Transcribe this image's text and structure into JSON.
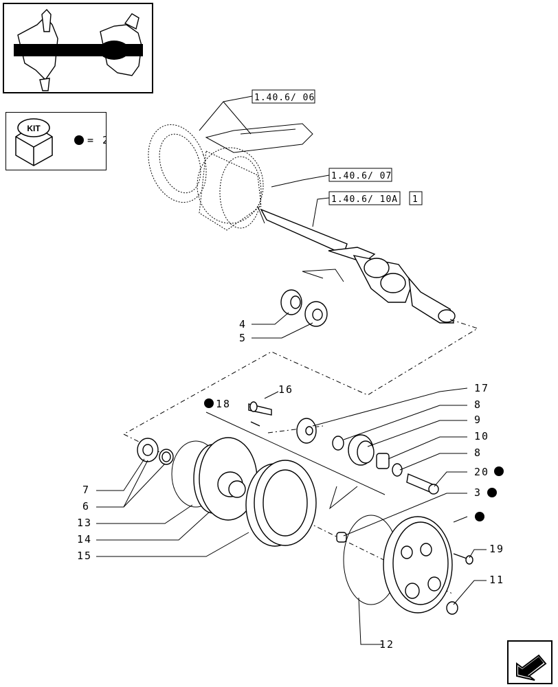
{
  "kit_box": {
    "kit_label": "KIT",
    "equals_text": "= 2"
  },
  "references": [
    {
      "id": "ref-1",
      "text": "1.40.6/ 06"
    },
    {
      "id": "ref-2",
      "text": "1.40.6/ 07"
    },
    {
      "id": "ref-3",
      "text": "1.40.6/ 10A"
    },
    {
      "id": "ref-3b",
      "text": "1"
    }
  ],
  "callouts": [
    {
      "n": "4"
    },
    {
      "n": "5"
    },
    {
      "n": "16"
    },
    {
      "n": "17"
    },
    {
      "n": "18"
    },
    {
      "n": "8"
    },
    {
      "n": "9"
    },
    {
      "n": "10"
    },
    {
      "n": "8"
    },
    {
      "n": "20"
    },
    {
      "n": "3"
    },
    {
      "n": "7"
    },
    {
      "n": "6"
    },
    {
      "n": "13"
    },
    {
      "n": "14"
    },
    {
      "n": "15"
    },
    {
      "n": "19"
    },
    {
      "n": "11"
    },
    {
      "n": "12"
    }
  ]
}
